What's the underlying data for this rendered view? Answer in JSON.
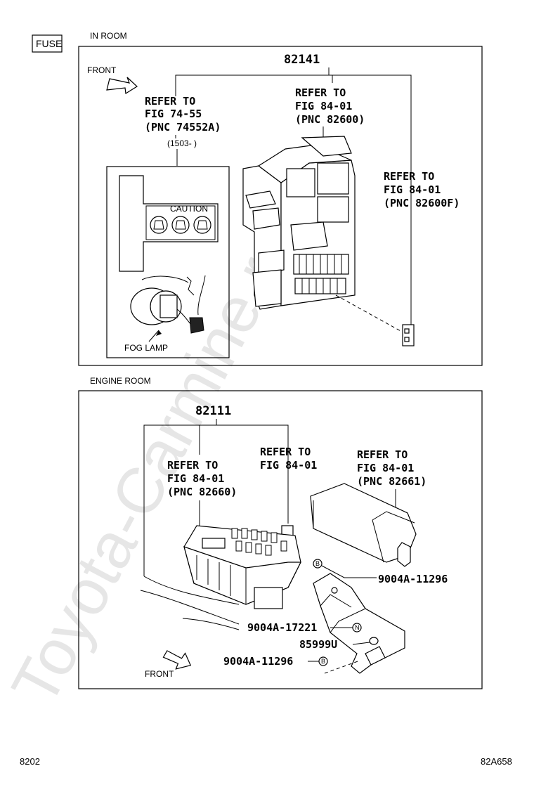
{
  "labels": {
    "fuse_tag": "FUSE",
    "in_room": "IN ROOM",
    "engine_room": "ENGINE ROOM",
    "front": "FRONT",
    "fog_lamp": "FOG LAMP",
    "caution": "CAUTION",
    "date_range": "(1503-     )"
  },
  "in_room": {
    "pnc_main": "82141",
    "refer_left": [
      "REFER TO",
      "FIG 74-55",
      "(PNC 74552A)"
    ],
    "refer_mid": [
      "REFER TO",
      "FIG 84-01",
      "(PNC 82600)"
    ],
    "refer_right": [
      "REFER TO",
      "FIG 84-01",
      "(PNC 82600F)"
    ]
  },
  "engine_room": {
    "pnc_main": "82111",
    "refer_left": [
      "REFER TO",
      "FIG 84-01",
      "(PNC 82660)"
    ],
    "refer_mid": [
      "REFER TO",
      "FIG 84-01"
    ],
    "refer_right": [
      "REFER TO",
      "FIG 84-01",
      "(PNC 82661)"
    ],
    "parts": {
      "p1": "9004A-11296",
      "p2": "9004A-17221",
      "p3": "85999U",
      "p4": "9004A-11296"
    },
    "markers": {
      "b": "B",
      "n": "N"
    }
  },
  "footer": {
    "page_id": "8202",
    "figure_code": "82A658"
  },
  "watermark": "Toyota-Carmine.ru"
}
